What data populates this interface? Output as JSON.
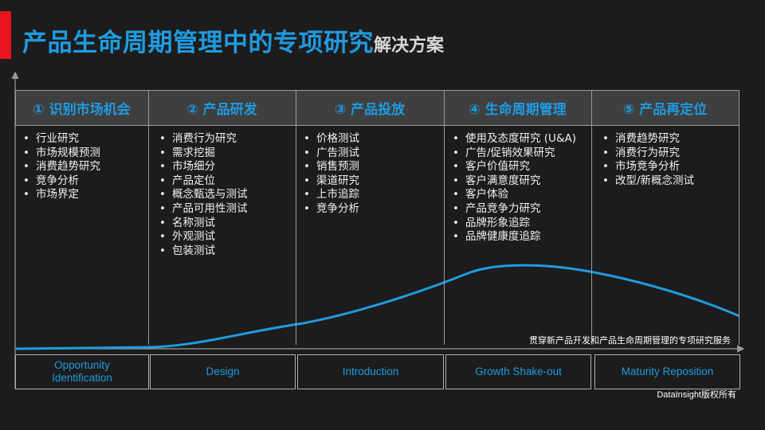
{
  "title": {
    "main": "产品生命周期管理中的专项研究",
    "sub": "解决方案"
  },
  "colors": {
    "accent_red": "#e8141e",
    "brand_blue": "#1f9be0",
    "background": "#1c1c1c",
    "header_fill": "#3f3f3f"
  },
  "stages": [
    {
      "label": "① 识别市场机会",
      "items": [
        "行业研究",
        "市场规模预测",
        "消费趋势研究",
        "竞争分析",
        "市场界定"
      ]
    },
    {
      "label": "② 产品研发",
      "items": [
        "消费行为研究",
        "需求挖掘",
        "市场细分",
        "产品定位",
        "概念甄选与测试",
        "产品可用性测试",
        "名称测试",
        "外观测试",
        "包装测试"
      ]
    },
    {
      "label": "③ 产品投放",
      "items": [
        "价格测试",
        "广告测试",
        "销售预测",
        "渠道研究",
        "上市追踪",
        "竞争分析"
      ]
    },
    {
      "label": "④ 生命周期管理",
      "items": [
        "使用及态度研究 (U&A)",
        "广告/促销效果研究",
        "客户价值研究",
        "客户满意度研究",
        "客户体验",
        "产品竞争力研究",
        "品牌形象追踪",
        "品牌健康度追踪"
      ]
    },
    {
      "label": "⑤ 产品再定位",
      "items": [
        "消费趋势研究",
        "消费行为研究",
        "市场竞争分析",
        "改型/新概念测试"
      ]
    }
  ],
  "phases": [
    {
      "label": "Opportunity Identification"
    },
    {
      "label": "Design"
    },
    {
      "label": "Introduction"
    },
    {
      "label": "Growth Shake-out"
    },
    {
      "label": "Maturity Reposition"
    }
  ],
  "curve_caption": "贯穿新产品开发和产品生命周期管理的专项研究服务",
  "copyright": "DataInsight版权所有"
}
